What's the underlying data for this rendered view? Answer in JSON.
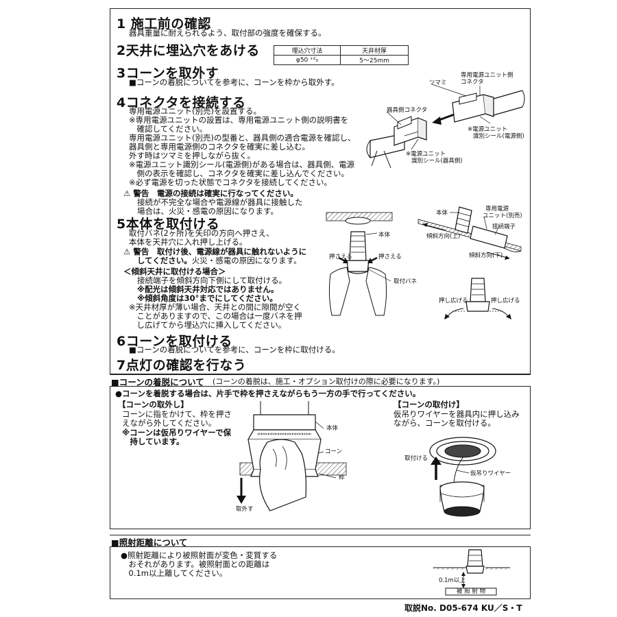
{
  "steps": [
    {
      "num": "1",
      "title": "施工前の確認",
      "lines": [
        "器具重量に耐えられるよう、取付部の強度を確保する。"
      ]
    },
    {
      "num": "2",
      "title": "天井に埋込穴をあける"
    },
    {
      "num": "3",
      "title": "コーンを取外す",
      "lines": [
        "■コーンの着脱についてを参考に、コーンを枠から取外す。"
      ]
    },
    {
      "num": "4",
      "title": "コネクタを接続する",
      "lines": [
        "専用電源ユニット(別売)を設置する。",
        "※専用電源ユニットの設置は、専用電源ユニット側の説明書を",
        "　確認してください。",
        "専用電源ユニット(別売)の型番と、器具側の適合電源を確認し、",
        "器具側と専用電源側のコネクタを確実に差し込む。",
        "外す時はツマミを押しながら抜く。",
        "※電源ユニット識別シール(電源側)がある場合は、器具側、電源",
        "　側の表示を確認し、コネクタを確実に差し込んでください。",
        "※必ず電源を切った状態でコネクタを接続してください。"
      ],
      "warning_title": "警告　電源の接続は確実に行なってください。",
      "warning_lines": [
        "接続が不完全な場合や電源線が器具に接触した",
        "場合は、火災・感電の原因になります。"
      ]
    },
    {
      "num": "5",
      "title": "本体を取付ける",
      "lines": [
        "取付バネ(2ヶ所)を矢印の方向へ押さえ、",
        "本体を天井穴に入れ押し上げる。"
      ],
      "warning_title": "警告　取付け後、電源線が器具に触れないように",
      "warning_line2": "してください。",
      "warning_tail": "火災・感電の原因になります。",
      "slope_title": "＜傾斜天井に取付ける場合＞",
      "slope_line": "接続端子を傾斜方向下側にして取付ける。",
      "slope_bold1": "※配光は傾斜天井対応ではありません。",
      "slope_bold2": "※傾斜角度は30°までにしてください。",
      "notes": [
        "※天井材厚が薄い場合、天井との間に隙間が空く",
        "　ことがありますので、この場合は一度バネを押",
        "　し広げてから埋込穴に挿入してください。"
      ]
    },
    {
      "num": "6",
      "title": "コーンを取付ける",
      "lines": [
        "■コーンの着脱についてを参考に、コーンを枠に取付ける。"
      ]
    },
    {
      "num": "7",
      "title": "点灯の確認を行なう"
    }
  ],
  "spec_table": {
    "headers": [
      "埋込穴寸法",
      "天井材厚"
    ],
    "values": [
      "φ50 ⁺²₀",
      "5〜25mm"
    ]
  },
  "diagram_connector": {
    "label_unit_connector": "専用電源ユニット側",
    "label_unit_connector2": "コネクタ",
    "label_knob": "ツマミ",
    "label_fixture_connector": "器具側コネクタ",
    "label_sticker_power1": "※電源ユニット",
    "label_sticker_power2": "識別シール(電源側)",
    "label_sticker_fixture1": "※電源ユニット",
    "label_sticker_fixture2": "識別シール(器具側)"
  },
  "diagram_install": {
    "label_body": "本体",
    "label_push_left": "押さえる",
    "label_push_right": "押さえる",
    "label_spring": "取付バネ"
  },
  "diagram_slope": {
    "label_body": "本体",
    "label_unit1": "専用電源",
    "label_unit2": "ユニット(別売)",
    "label_terminal": "接続端子",
    "label_up": "傾斜方向(上)",
    "label_down": "傾斜方向(下)"
  },
  "diagram_spread": {
    "label_left": "押し広げる",
    "label_right": "押し広げる"
  },
  "cone_section": {
    "title": "■コーンの着脱について",
    "note": "(コーンの着脱は、施工・オプション取付けの際に必要になります。)",
    "instruction": "●コーンを着脱する場合は、片手で枠を押さえながらもう一方の手で行ってください。",
    "remove_title": "【コーンの取外し】",
    "remove_lines": [
      "コーンに指をかけて、枠を押さ",
      "えながら外してください。"
    ],
    "remove_bold": [
      "※コーンは仮吊りワイヤーで保",
      "　持しています。"
    ],
    "label_body": "本体",
    "label_cone": "コーン",
    "label_frame": "枠",
    "label_remove": "取外す",
    "attach_title": "【コーンの取付け】",
    "attach_lines": [
      "仮吊りワイヤーを器具内に押し込み",
      "ながら、コーンを取付ける。"
    ],
    "label_attach": "取付ける",
    "label_wire": "仮吊りワイヤー"
  },
  "distance_section": {
    "title": "■照射距離について",
    "lines": [
      "●照射距離により被照射面が変色・変質する",
      "　おそれがあります。被照射面との距離は",
      "　0.1m以上離してください。"
    ],
    "label_distance": "0.1m以上",
    "label_surface": "被 照 射 物"
  },
  "footer": "取説No. D05-674 KU／S・T"
}
